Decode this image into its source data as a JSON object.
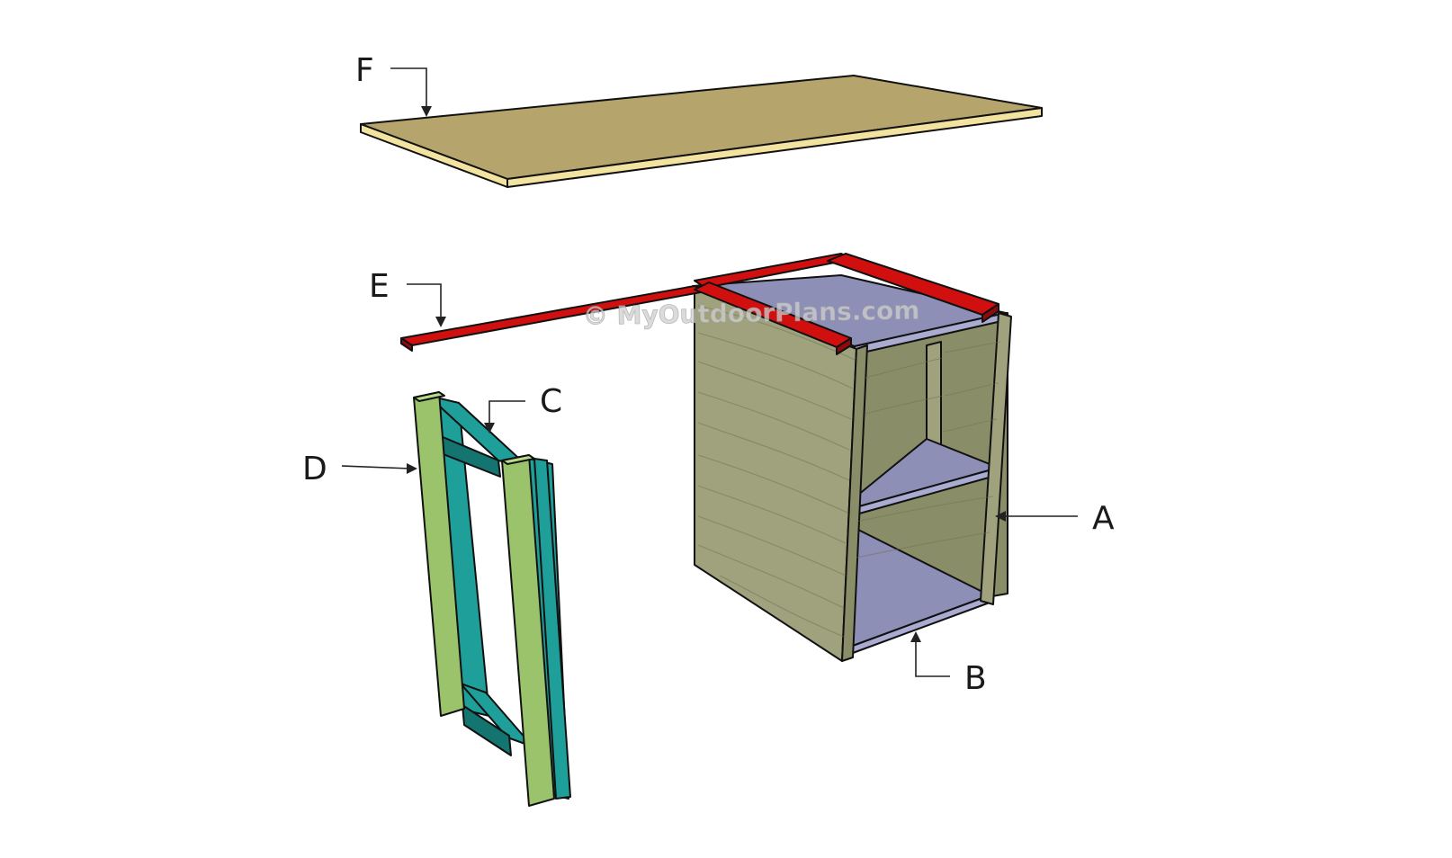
{
  "labels": {
    "a": "A",
    "b": "B",
    "c": "C",
    "d": "D",
    "e": "E",
    "f": "F"
  },
  "watermark": "© MyOutdoorPlans.com",
  "colors": {
    "tabletop_face": "#b5a46c",
    "tabletop_edge": "#f3e3a0",
    "support_rail": "#d10f0f",
    "support_rail_dark": "#8f0a0a",
    "cabinet_side": "#9fa27c",
    "cabinet_side_dark": "#8a8e68",
    "shelf": "#8d8fb6",
    "shelf_light": "#a9abd0",
    "leg_frame": "#9ac36c",
    "leg_frame_light": "#b9dc8c",
    "leg_crosspiece": "#1f9f9a",
    "leg_crosspiece_dark": "#137470"
  }
}
